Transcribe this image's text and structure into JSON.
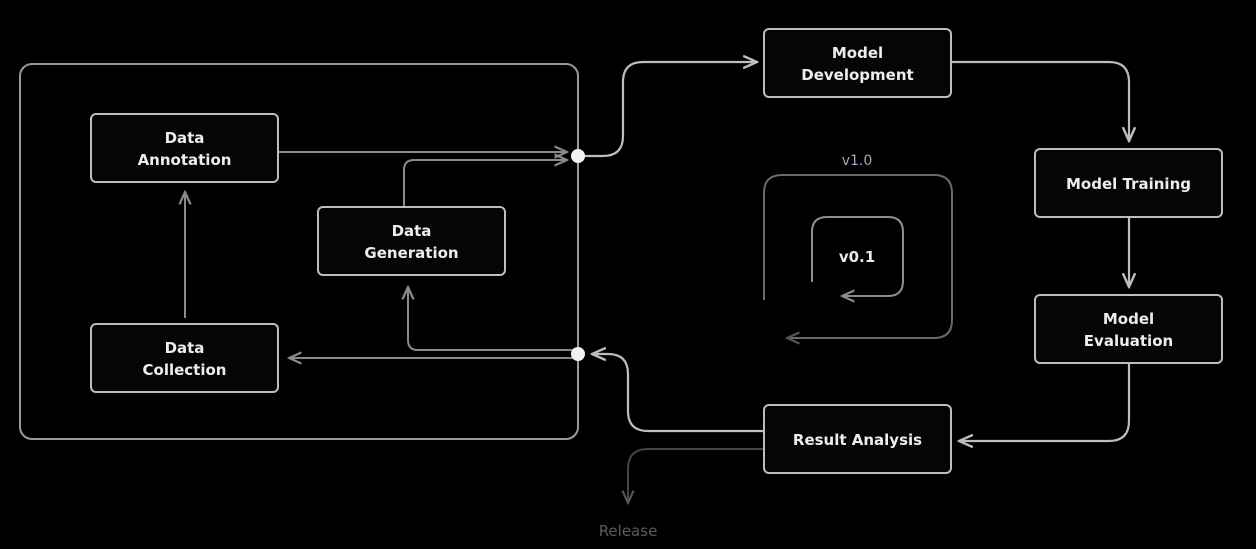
{
  "nodes": {
    "data_annotation": [
      "Data",
      "Annotation"
    ],
    "data_generation": [
      "Data",
      "Generation"
    ],
    "data_collection": [
      "Data",
      "Collection"
    ],
    "model_development": [
      "Model",
      "Development"
    ],
    "model_training": [
      "Model Training"
    ],
    "model_evaluation": [
      "Model",
      "Evaluation"
    ],
    "result_analysis": [
      "Result Analysis"
    ]
  },
  "loop": {
    "outer_version": "v1.0",
    "inner_version": "v0.1"
  },
  "release_label": "Release",
  "edges": [
    {
      "from": "data_collection",
      "to": "data_annotation"
    },
    {
      "from": "data_annotation",
      "to": "data_junction_top"
    },
    {
      "from": "data_generation",
      "to": "data_junction_top"
    },
    {
      "from": "data_junction_top",
      "to": "model_development"
    },
    {
      "from": "model_development",
      "to": "model_training"
    },
    {
      "from": "model_training",
      "to": "model_evaluation"
    },
    {
      "from": "model_evaluation",
      "to": "result_analysis"
    },
    {
      "from": "result_analysis",
      "to": "data_junction_bottom"
    },
    {
      "from": "data_junction_bottom",
      "to": "data_collection"
    },
    {
      "from": "data_junction_bottom",
      "to": "data_generation"
    },
    {
      "from": "result_analysis",
      "to": "release"
    }
  ],
  "colors": {
    "background": "#000000",
    "box_stroke": "#bdbdbd",
    "text": "#ededed",
    "version_accent": "#a9a0c6",
    "release_text": "#5c5c5c"
  }
}
